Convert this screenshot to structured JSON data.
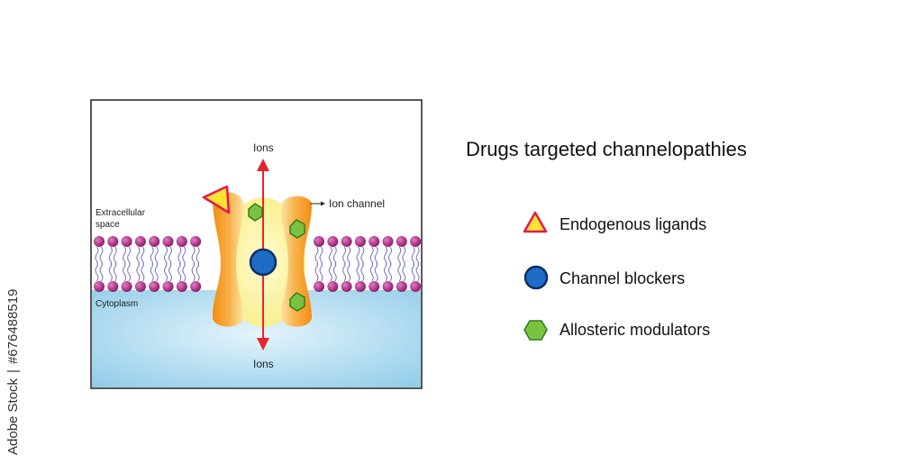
{
  "diagram": {
    "label_extracellular": "Extracellular\nspace",
    "label_cytoplasm": "Cytoplasm",
    "label_ions_top": "Ions",
    "label_ions_bottom": "Ions",
    "label_ion_channel": "Ion channel"
  },
  "legend": {
    "title": "Drugs targeted channelopathies",
    "items": [
      {
        "label": "Endogenous ligands",
        "shape": "triangle",
        "fill": "#ffe234",
        "stroke": "#e8174e"
      },
      {
        "label": "Channel blockers",
        "shape": "circle",
        "fill": "#1f6cc4",
        "stroke": "#0c2e66"
      },
      {
        "label": "Allosteric modulators",
        "shape": "hexagon",
        "fill": "#7cc242",
        "stroke": "#2e7d1c"
      }
    ]
  },
  "watermark": {
    "brand": "Adobe Stock",
    "separator": "|",
    "id": "#676488519"
  },
  "colors": {
    "cytoplasm": "#a9d8ef",
    "channel": "#f39a1f",
    "phospholipid_head": "#a4207a",
    "arrow": "#e8252b"
  }
}
